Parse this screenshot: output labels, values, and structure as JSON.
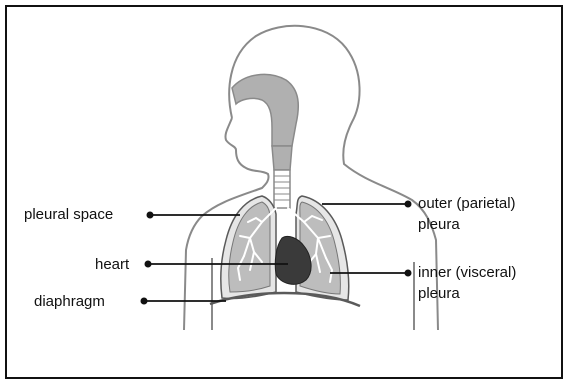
{
  "diagram": {
    "labels": {
      "pleural_space": "pleural space",
      "heart": "heart",
      "diaphragm": "diaphragm",
      "outer_line1": "outer (parietal)",
      "outer_line2": "pleura",
      "inner_line1": "inner (visceral)",
      "inner_line2": "pleura"
    },
    "colors": {
      "outline": "#8a8a8a",
      "lung_fill": "#bdbdbd",
      "airway_fill": "#b0b0b0",
      "heart_fill": "#3a3a3a",
      "leader_line": "#111111"
    }
  }
}
